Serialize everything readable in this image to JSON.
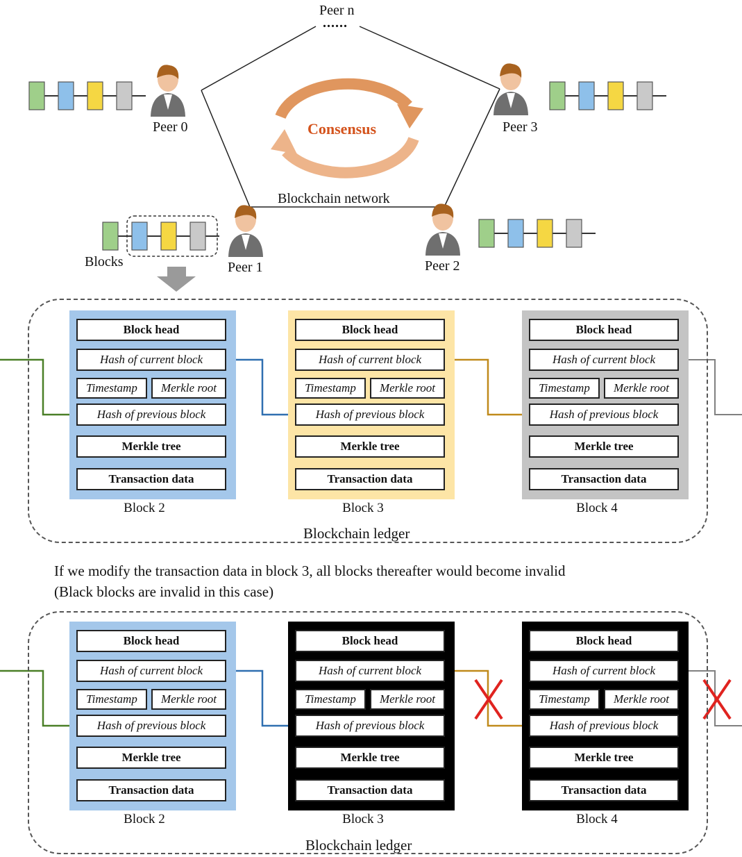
{
  "network": {
    "peers": [
      {
        "label": "Peer n"
      },
      {
        "label": "Peer 0"
      },
      {
        "label": "Peer 3"
      },
      {
        "label": "Peer 1"
      },
      {
        "label": "Peer 2"
      }
    ],
    "peer_n_dots": "......",
    "consensus_label": "Consensus",
    "network_label": "Blockchain network",
    "blocks_label": "Blocks"
  },
  "fields": {
    "block_head": "Block head",
    "hash_current": "Hash of current block",
    "timestamp": "Timestamp",
    "merkle_root": "Merkle root",
    "hash_previous": "Hash of previous block",
    "merkle_tree": "Merkle tree",
    "transaction_data": "Transaction data"
  },
  "ledger_top": {
    "label": "Blockchain ledger",
    "blocks": [
      {
        "name": "Block 2",
        "color": "#a4c7ea",
        "valid": true
      },
      {
        "name": "Block 3",
        "color": "#fde5a6",
        "valid": true
      },
      {
        "name": "Block 4",
        "color": "#c4c4c4",
        "valid": true
      }
    ]
  },
  "note": {
    "line1": "If we modify the transaction data in block 3, all blocks thereafter would become invalid",
    "line2": "(Black blocks are invalid in this case)"
  },
  "ledger_bottom": {
    "label": "Blockchain ledger",
    "blocks": [
      {
        "name": "Block 2",
        "color": "#a4c7ea",
        "valid": true
      },
      {
        "name": "Block 3",
        "color": "#000000",
        "valid": false
      },
      {
        "name": "Block 4",
        "color": "#000000",
        "valid": false
      }
    ]
  },
  "colors": {
    "green": "#9fcf8a",
    "blue": "#8ec0ea",
    "yellow": "#f5d743",
    "gray": "#c9c9c9",
    "consensus": "#e0965e",
    "consensus_text": "#d4531c",
    "link_green": "#4a7f27",
    "link_blue": "#2f6fb0",
    "link_orange": "#c08a1b",
    "link_gray": "#808080",
    "cross": "#e0231f"
  }
}
